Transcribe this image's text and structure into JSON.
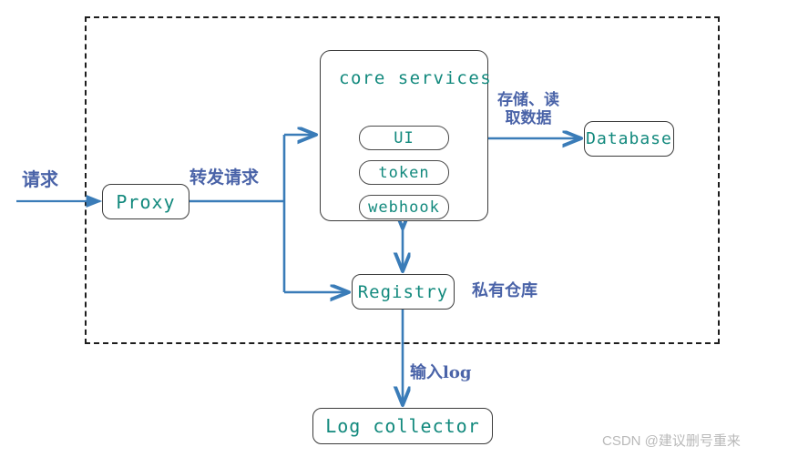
{
  "diagram": {
    "title": "Harbor architecture diagram",
    "colors": {
      "node_text": "#12897d",
      "node_border": "#3b3b3b",
      "arrow": "#3a7cb8",
      "label_text": "#4a63a8",
      "zone_border": "#1d1d1d",
      "watermark": "#b9b9b9"
    },
    "zone": {
      "name": "dashed-boundary"
    },
    "nodes": {
      "proxy": "Proxy",
      "core_services_title": "core services",
      "ui": "UI",
      "token": "token",
      "webhook": "webhook",
      "database": "Database",
      "registry": "Registry",
      "log_collector": "Log collector"
    },
    "edge_labels": {
      "request": "请求",
      "forward_request": "转发请求",
      "store_read_data_line1": "存储、读",
      "store_read_data_line2": "取数据",
      "private_repository": "私有仓库",
      "input_log": "输入log"
    },
    "watermark": "CSDN @建议删号重来"
  }
}
